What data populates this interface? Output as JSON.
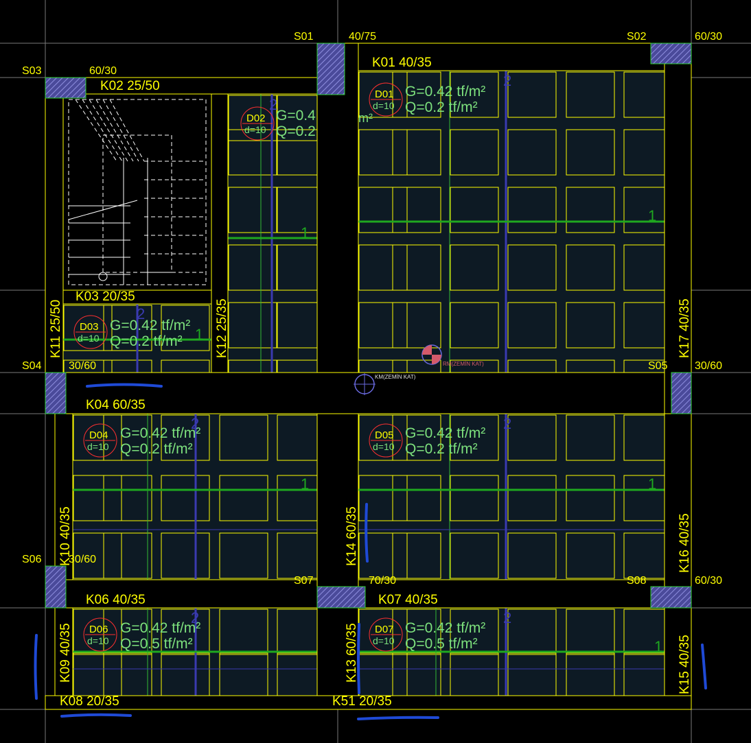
{
  "colors": {
    "background": "#000000",
    "slab": "#0d1a24",
    "beam_line": "#ffff00",
    "beam_label": "#ffff00",
    "column_label": "#ffff00",
    "column_fill": "#5c5ca8",
    "grid_line": "#7a7a7a",
    "panel_line": "#ffff00",
    "load_text": "#7de17d",
    "slab_circle": "#ff3030",
    "slab_id_text": "#ffff00",
    "rebar_green": "#1fa81f",
    "rebar_blue": "#3a3ab0",
    "dim_green": "#33bb33",
    "stair_line": "#ffffff",
    "pen_annotation": "#1f4ad6"
  },
  "columns": [
    {
      "id": "S01",
      "size": "40/75"
    },
    {
      "id": "S02",
      "size": "60/30"
    },
    {
      "id": "S03",
      "size": "60/30"
    },
    {
      "id": "S04",
      "size": "30/60"
    },
    {
      "id": "S05",
      "size": "30/60"
    },
    {
      "id": "S06",
      "size": "30/60"
    },
    {
      "id": "S07",
      "size": "70/30"
    },
    {
      "id": "S08",
      "size": "60/30"
    }
  ],
  "beams": [
    {
      "label": "K01 40/35"
    },
    {
      "label": "K02 25/50"
    },
    {
      "label": "K03 20/35"
    },
    {
      "label": "K04 60/35"
    },
    {
      "label": "K06 40/35"
    },
    {
      "label": "K07 40/35"
    },
    {
      "label": "K08 20/35"
    },
    {
      "label": "K51 20/35"
    },
    {
      "label": "K09 40/35"
    },
    {
      "label": "K10 40/35"
    },
    {
      "label": "K11 25/50"
    },
    {
      "label": "K12 25/35"
    },
    {
      "label": "K13 60/35"
    },
    {
      "label": "K14 60/35"
    },
    {
      "label": "K15 40/35"
    },
    {
      "label": "K16 40/35"
    },
    {
      "label": "K17 40/35"
    }
  ],
  "slabs": [
    {
      "id": "D01",
      "d": "d=10",
      "g": "G=0.42 tf/m²",
      "q": "Q=0.2 tf/m²"
    },
    {
      "id": "D02",
      "d": "d=10",
      "g": "G=0.4",
      "q": "Q=0.2"
    },
    {
      "id": "D03",
      "d": "d=10",
      "g": "G=0.42 tf/m²",
      "q": "Q=0.2 tf/m²"
    },
    {
      "id": "D04",
      "d": "d=10",
      "g": "G=0.42 tf/m²",
      "q": "Q=0.2 tf/m²"
    },
    {
      "id": "D05",
      "d": "d=10",
      "g": "G=0.42 tf/m²",
      "q": "Q=0.2 tf/m²"
    },
    {
      "id": "D06",
      "d": "d=10",
      "g": "G=0.42 tf/m²",
      "q": "Q=0.5 tf/m²"
    },
    {
      "id": "D07",
      "d": "d=10",
      "g": "G=0.42 tf/m²",
      "q": "Q=0.5 tf/m²"
    }
  ],
  "markers": {
    "rm_label": "RM(ZEMİN KAT)",
    "km_label": "KM(ZEMİN KAT)",
    "partial_unit": "m²",
    "direction_1": "1",
    "direction_2": "2"
  }
}
